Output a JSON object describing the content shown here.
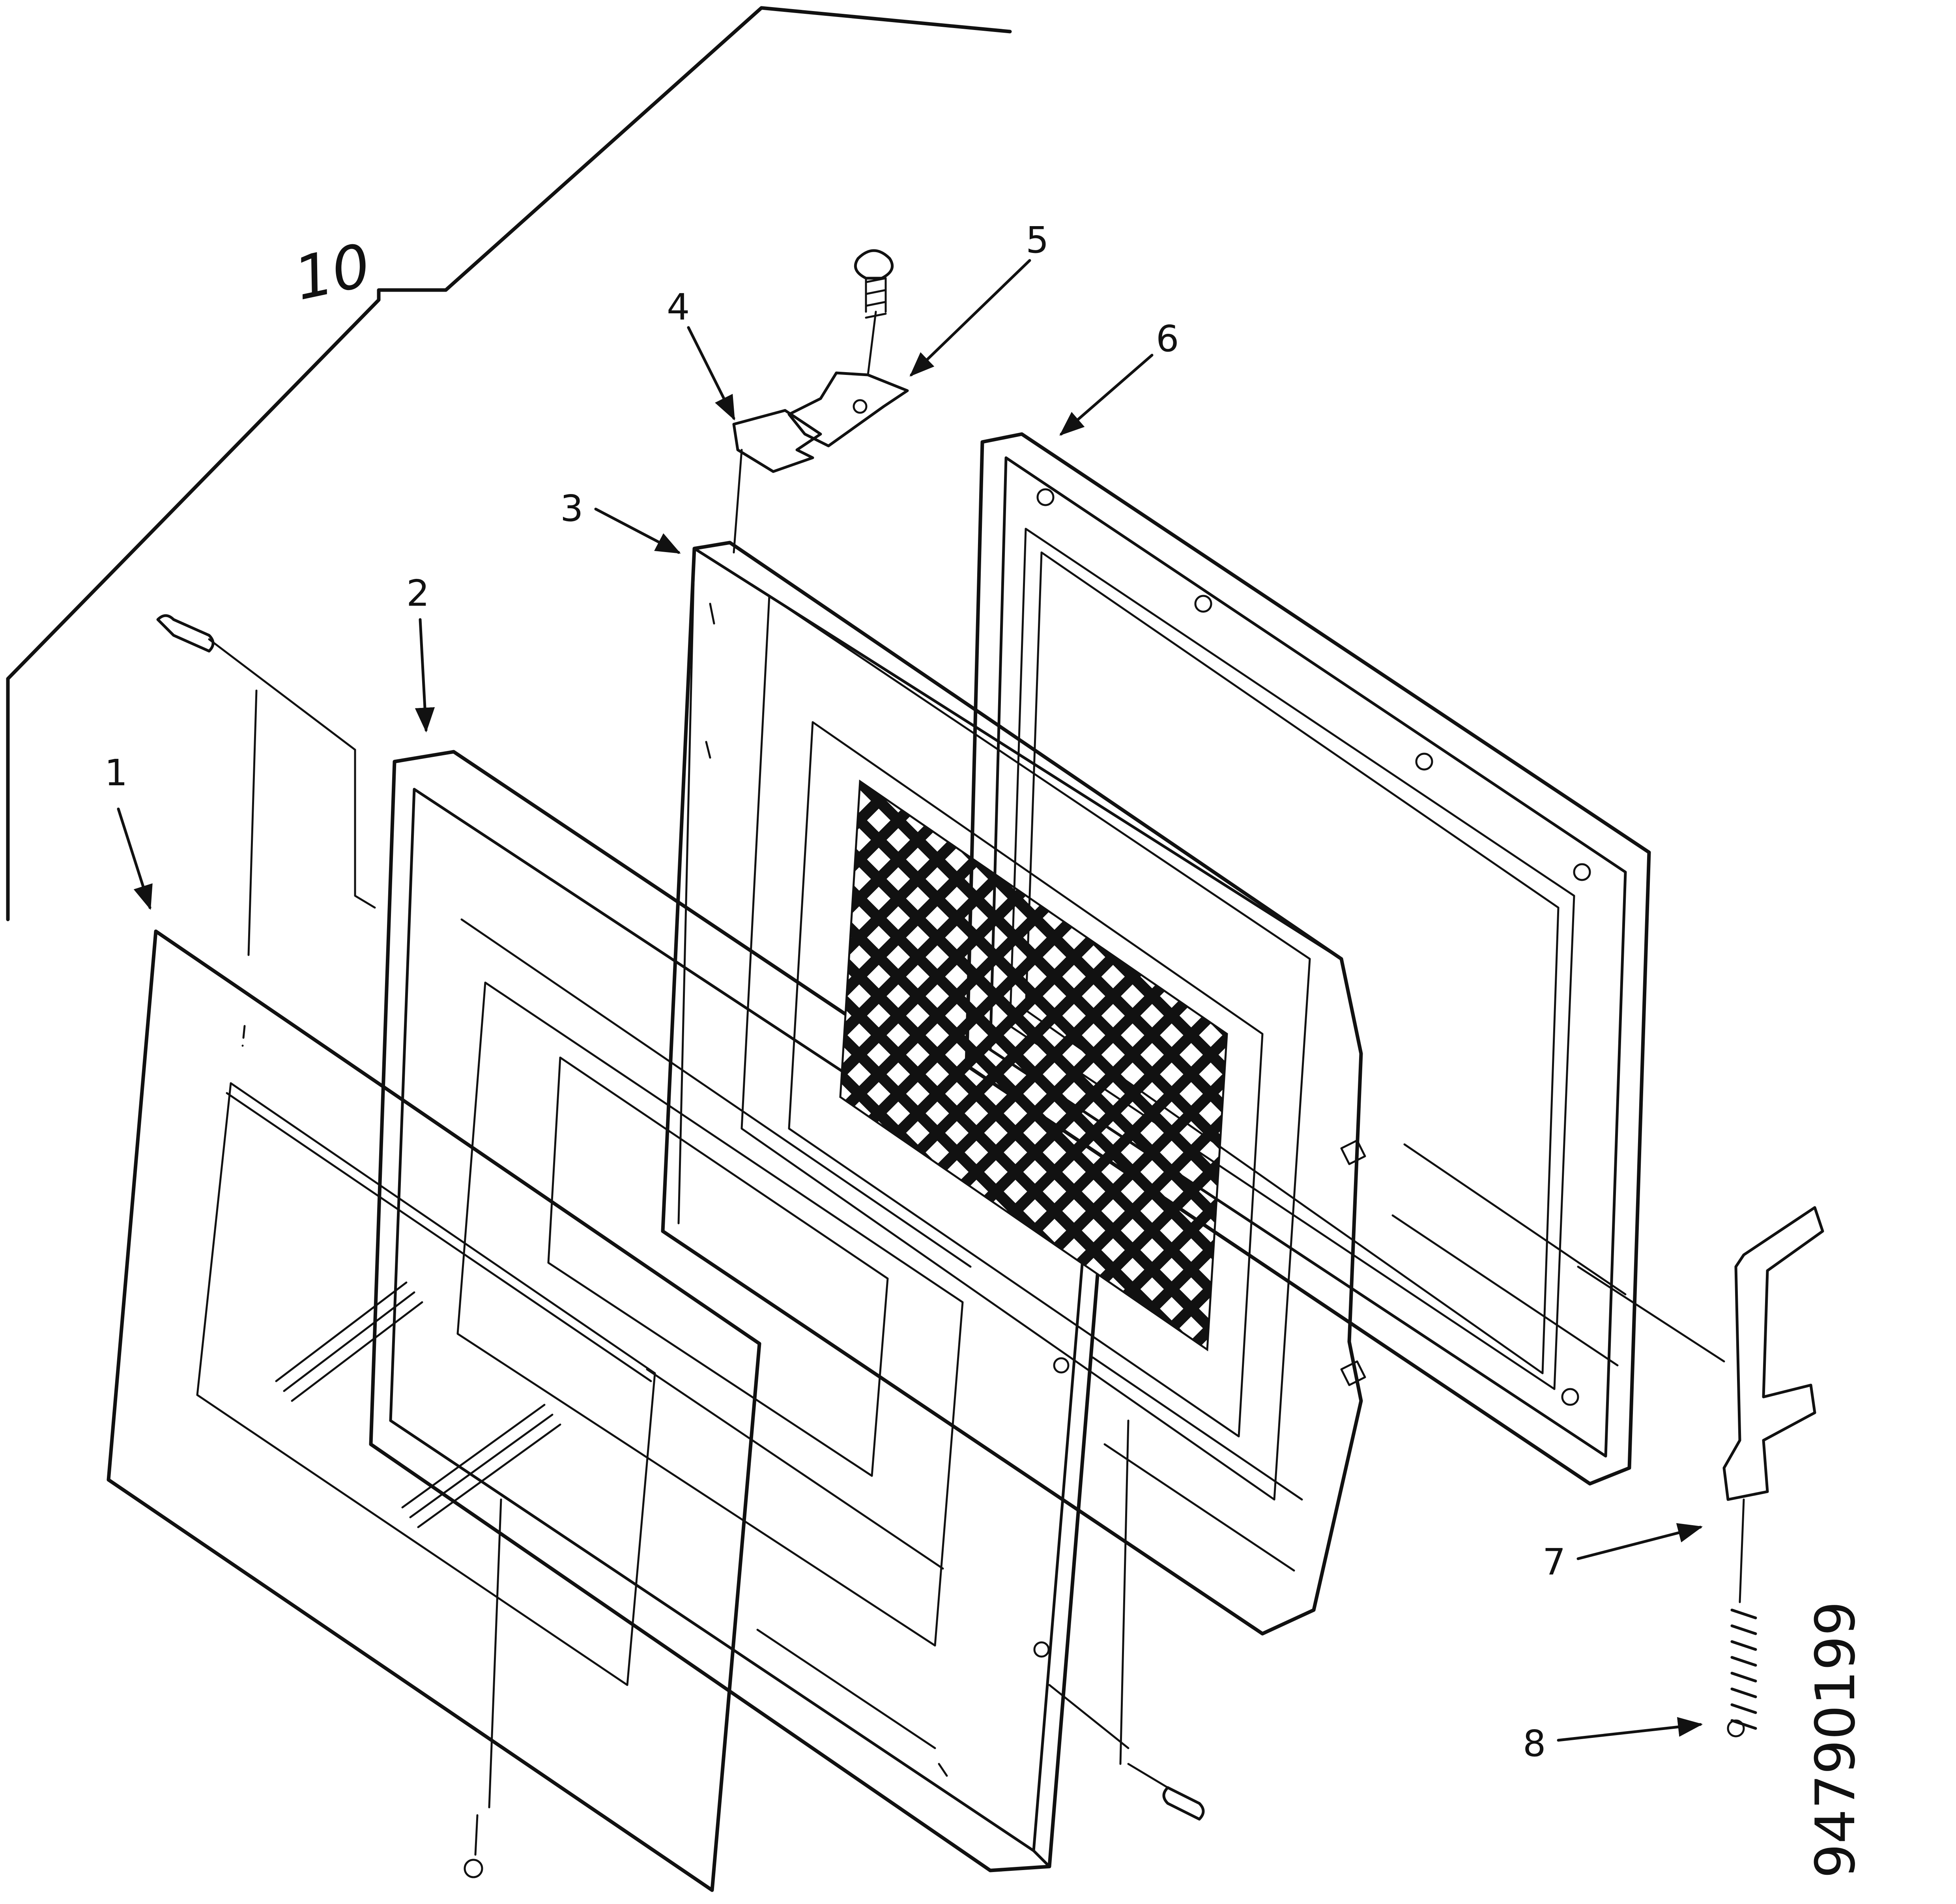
{
  "diagram": {
    "section_number": "10",
    "document_number": "94790199",
    "callouts": [
      {
        "id": "1",
        "label": "1"
      },
      {
        "id": "2",
        "label": "2"
      },
      {
        "id": "3",
        "label": "3"
      },
      {
        "id": "4",
        "label": "4"
      },
      {
        "id": "5",
        "label": "5"
      },
      {
        "id": "6",
        "label": "6"
      },
      {
        "id": "7",
        "label": "7"
      },
      {
        "id": "8",
        "label": "8"
      }
    ]
  }
}
